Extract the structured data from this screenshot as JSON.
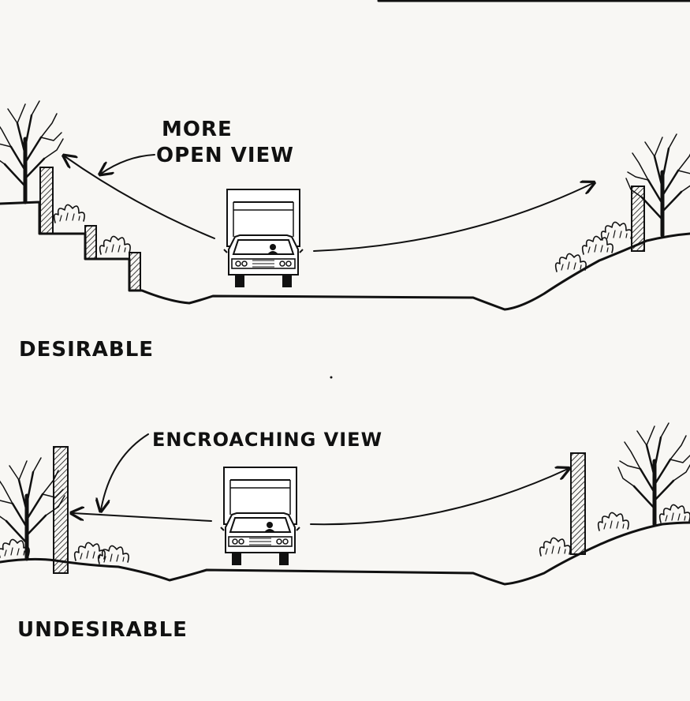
{
  "figure": {
    "top_panel": {
      "caption": "DESIRABLE",
      "annotation_line1": "MORE",
      "annotation_line2": "OPEN VIEW"
    },
    "bottom_panel": {
      "caption": "UNDESIRABLE",
      "annotation": "ENCROACHING VIEW"
    }
  },
  "colors": {
    "ink": "#111111",
    "paper": "#f8f7f4"
  }
}
